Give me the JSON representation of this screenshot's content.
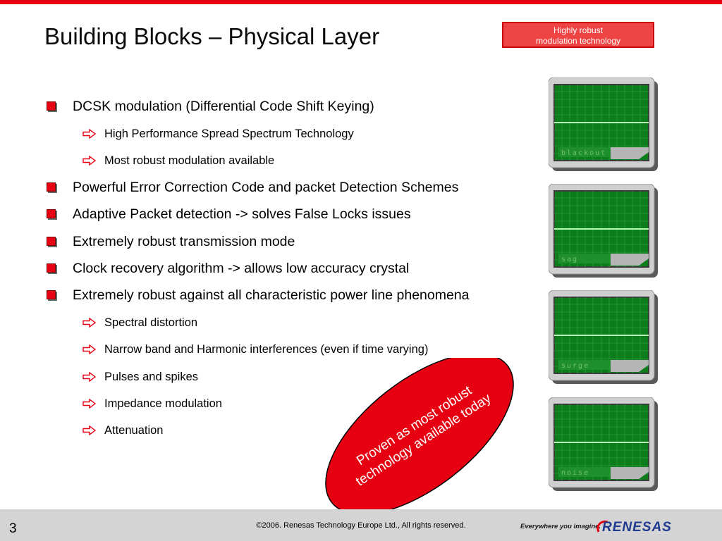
{
  "slide": {
    "title": "Building Blocks – Physical Layer",
    "callout_line1": "Highly robust",
    "callout_line2": "modulation technology"
  },
  "bullets": [
    {
      "text": "DCSK modulation (Differential Code Shift Keying)"
    },
    {
      "text": "High Performance Spread Spectrum Technology"
    },
    {
      "text": "Most robust modulation available"
    },
    {
      "text": "Powerful Error Correction Code and packet Detection Schemes"
    },
    {
      "text": "Adaptive Packet detection -> solves False Locks issues"
    },
    {
      "text": "Extremely robust transmission mode"
    },
    {
      "text": "Clock recovery algorithm -> allows low accuracy crystal"
    },
    {
      "text": "Extremely robust against all characteristic power line phenomena"
    },
    {
      "text": "Spectral distortion"
    },
    {
      "text": "Narrow band and Harmonic interferences (even if time varying)"
    },
    {
      "text": "Pulses and spikes"
    },
    {
      "text": "Impedance modulation"
    },
    {
      "text": "Attenuation"
    }
  ],
  "monitors": [
    {
      "label": "blackout"
    },
    {
      "label": "sag"
    },
    {
      "label": "surge"
    },
    {
      "label": "noise"
    }
  ],
  "badge": {
    "line1": "Proven as most robust",
    "line2": "technology available today"
  },
  "footer": {
    "page_number": "3",
    "copyright": "©2006. Renesas Technology Europe Ltd., All rights reserved.",
    "tagline": "Everywhere you imagine.",
    "brand": "RENESAS"
  },
  "colors": {
    "accent_red": "#e60012",
    "screen_green": "#0b7d1b",
    "footer_gray": "#d4d4d4"
  }
}
